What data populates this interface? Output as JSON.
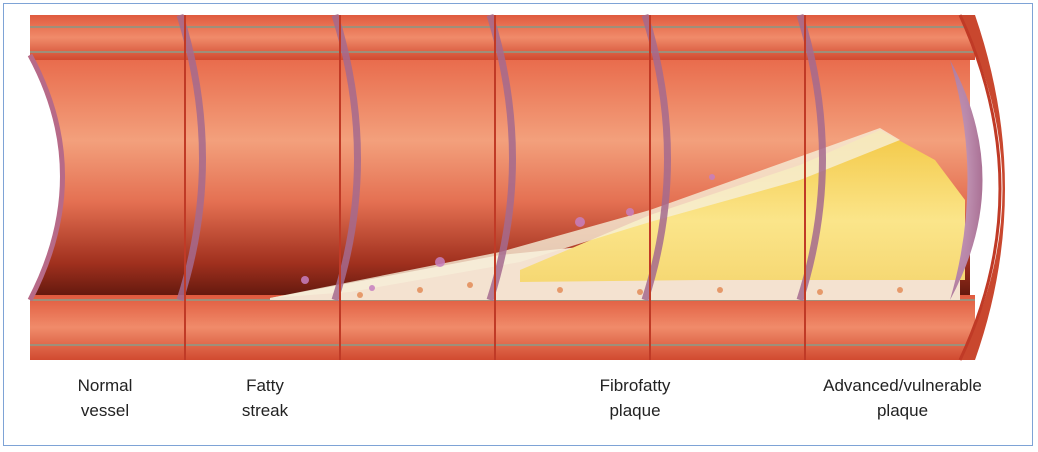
{
  "title": "Progression of atherosclerotic plaque",
  "stages": [
    {
      "line1": "Normal",
      "line2": "vessel"
    },
    {
      "line1": "Fatty",
      "line2": "streak"
    },
    {
      "line1": "Fibrofatty",
      "line2": "plaque"
    },
    {
      "line1": "Advanced/vulnerable",
      "line2": "plaque"
    }
  ],
  "colors": {
    "frame": "#7ea3d6",
    "wall": "#d9553a",
    "lumen_light": "#f1a27c",
    "lumen_dark": "#7a1e12",
    "plaque": "#f7d65a",
    "intima": "#f4e2d0"
  }
}
